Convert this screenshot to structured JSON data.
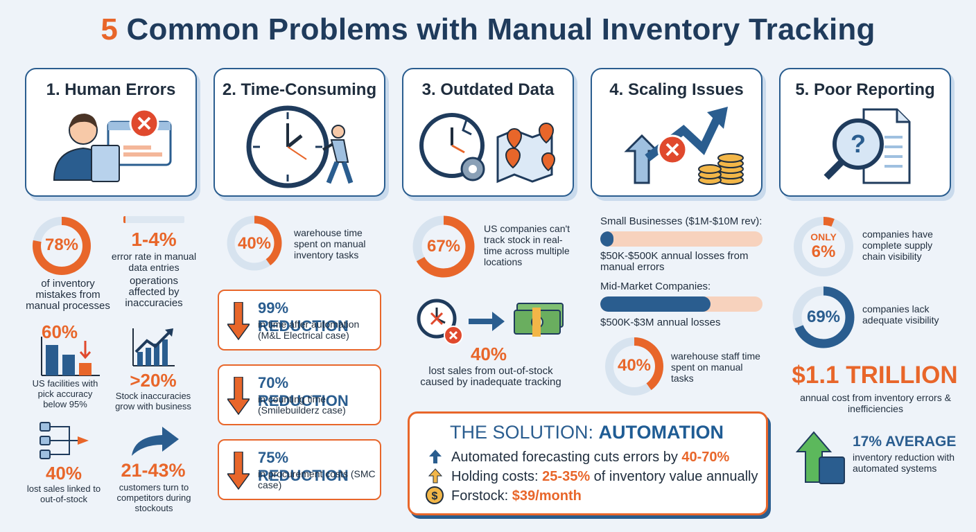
{
  "title": {
    "number": "5",
    "rest": "Common Problems with Manual Inventory Tracking"
  },
  "colors": {
    "orange": "#e8662a",
    "blue": "#2a5d8f",
    "dark": "#1f2d3d",
    "light_ring": "#d7e3ef"
  },
  "cards": [
    {
      "title": "1. Human Errors",
      "icon": "worker-clipboard-error-icon"
    },
    {
      "title": "2. Time-Consuming",
      "icon": "clock-person-pushing-icon"
    },
    {
      "title": "3. Outdated Data",
      "icon": "broken-clock-map-icon"
    },
    {
      "title": "4. Scaling Issues",
      "icon": "growth-arrow-coins-icon"
    },
    {
      "title": "5. Poor Reporting",
      "icon": "magnifier-document-icon"
    }
  ],
  "col1": {
    "ring": {
      "value": "78%",
      "percent": 78,
      "text": "of inventory mistakes from manual processes"
    },
    "error_rate": {
      "value": "1-4%",
      "text": "error rate in manual data entries"
    },
    "operations": {
      "text": "operations affected by inaccuracies"
    },
    "pick": {
      "value": "60%",
      "text": "US facilities with pick accuracy below 95%"
    },
    "growth": {
      "value": ">20%",
      "text": "Stock inaccuracies grow with business"
    },
    "lost": {
      "value": "40%",
      "text": "lost sales linked to out-of-stock"
    },
    "turn": {
      "value": "21-43%",
      "text": "customers turn to competitors during stockouts"
    }
  },
  "col2": {
    "ring": {
      "value": "40%",
      "percent": 40,
      "text": "warehouse time spent on manual inventory tasks"
    },
    "reductions": [
      {
        "head": "99% REDUCTION",
        "sub": "in time after automation (M&L Electrical case)"
      },
      {
        "head": "70% REDUCTION",
        "sub": "in counting time (Smilebuilderz case)"
      },
      {
        "head": "75% REDUCTION",
        "sub": "in procurement costs (SMC case)"
      }
    ]
  },
  "col3": {
    "ring": {
      "value": "67%",
      "percent": 67,
      "text": "US companies can't track stock in real-time across multiple locations"
    },
    "lost": {
      "value": "40%",
      "text": "lost sales from out-of-stock caused by inadequate tracking"
    }
  },
  "col4": {
    "small_label": "Small Businesses ($1M-$10M rev):",
    "small_fill": 0.08,
    "small_text": "$50K-$500K annual losses from manual errors",
    "mid_label": "Mid-Market Companies:",
    "mid_fill": 0.68,
    "mid_text": "$500K-$3M annual losses",
    "ring": {
      "value": "40%",
      "percent": 40,
      "text": "warehouse staff time spent on manual tasks"
    }
  },
  "col5": {
    "only": "ONLY",
    "ring1": {
      "value": "6%",
      "percent": 6,
      "text": "companies have complete supply chain visibility"
    },
    "ring2": {
      "value": "69%",
      "percent": 69,
      "text": "companies lack adequate visibility"
    },
    "trillion": {
      "value": "$1.1 TRILLION",
      "text": "annual cost from inventory errors & inefficiencies"
    },
    "avg": {
      "value": "17% AVERAGE",
      "text": "inventory reduction with automated systems"
    }
  },
  "solution": {
    "title_a": "THE SOLUTION: ",
    "title_b": "AUTOMATION",
    "rows": [
      {
        "a": "Automated forecasting cuts errors by ",
        "b": "40-70%",
        "c": ""
      },
      {
        "a": "Holding costs: ",
        "b": "25-35%",
        "c": " of inventory value annually"
      },
      {
        "a": "Forstock: ",
        "b": "$39/month",
        "c": ""
      }
    ]
  }
}
